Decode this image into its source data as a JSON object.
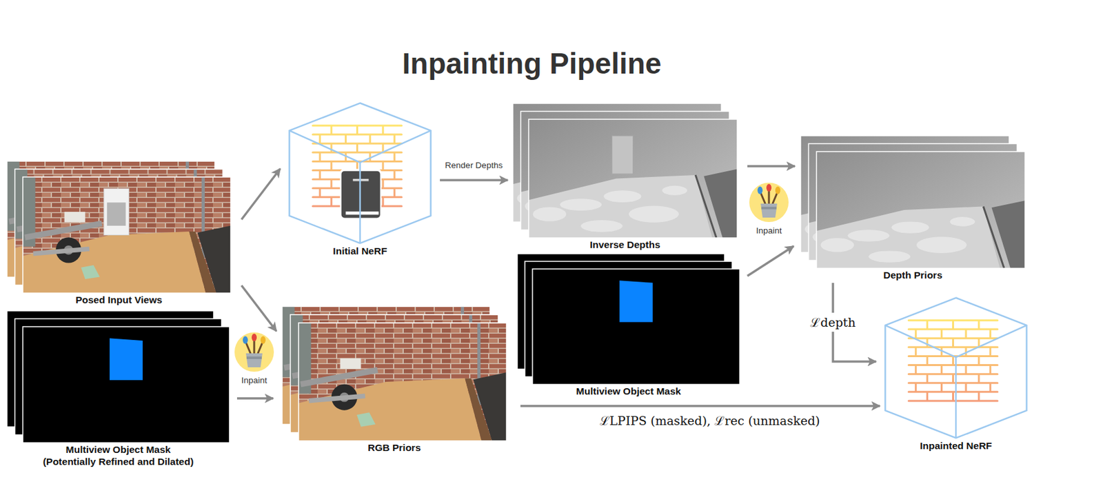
{
  "diagram": {
    "title": "Inpainting Pipeline",
    "nodes": [
      {
        "text": [
          "Posed Input Views"
        ]
      },
      {
        "text": [
          "Multiview Object Mask (Potentially Refined and Dilated)"
        ]
      },
      {
        "text": [
          "Initial NeRF"
        ]
      },
      {
        "text": [
          "RGB Priors"
        ]
      },
      {
        "text": [
          "Inverse Depths"
        ]
      },
      {
        "text": [
          "Multiview Object Mask"
        ]
      },
      {
        "text": [
          "Depth Priors"
        ]
      },
      {
        "text": [
          "Inpainted NeRF"
        ]
      }
    ],
    "edges": [
      {
        "from": 0,
        "to": 2,
        "arrow": "to"
      },
      {
        "from": 0,
        "to": 3,
        "arrow": "to"
      },
      {
        "from": 1,
        "to": 3,
        "arrow": "to"
      },
      {
        "from": 2,
        "to": 4,
        "label": "Render Depths",
        "arrow": "to"
      },
      {
        "from": 4,
        "to": 6,
        "arrow": "to"
      },
      {
        "from": 5,
        "to": 6,
        "arrow": "to"
      },
      {
        "from": 6,
        "to": 7,
        "label": "ℒdepth",
        "arrow": "to"
      },
      {
        "from": 3,
        "to": 7,
        "label": "ℒLPIPS (masked), ℒrec (unmasked)",
        "arrow": "to"
      }
    ],
    "labels": [
      "Inpaint",
      "Inpaint"
    ]
  }
}
